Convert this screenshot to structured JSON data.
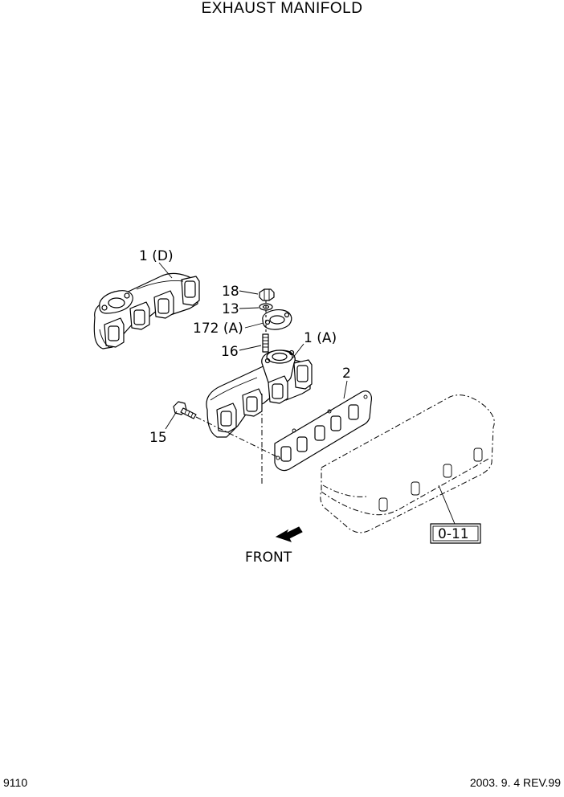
{
  "header": {
    "title": "EXHAUST MANIFOLD"
  },
  "footer": {
    "page_number": "9110",
    "revision": "2003. 9. 4 REV.99"
  },
  "callouts": {
    "manifold_d": "1 (D)",
    "nut": "18",
    "washer": "13",
    "gasket_a": "172 (A)",
    "stud": "16",
    "manifold_a": "1 (A)",
    "gasket": "2",
    "bolt": "15"
  },
  "reference_box": {
    "label": "0-11"
  },
  "direction": {
    "label": "FRONT"
  }
}
